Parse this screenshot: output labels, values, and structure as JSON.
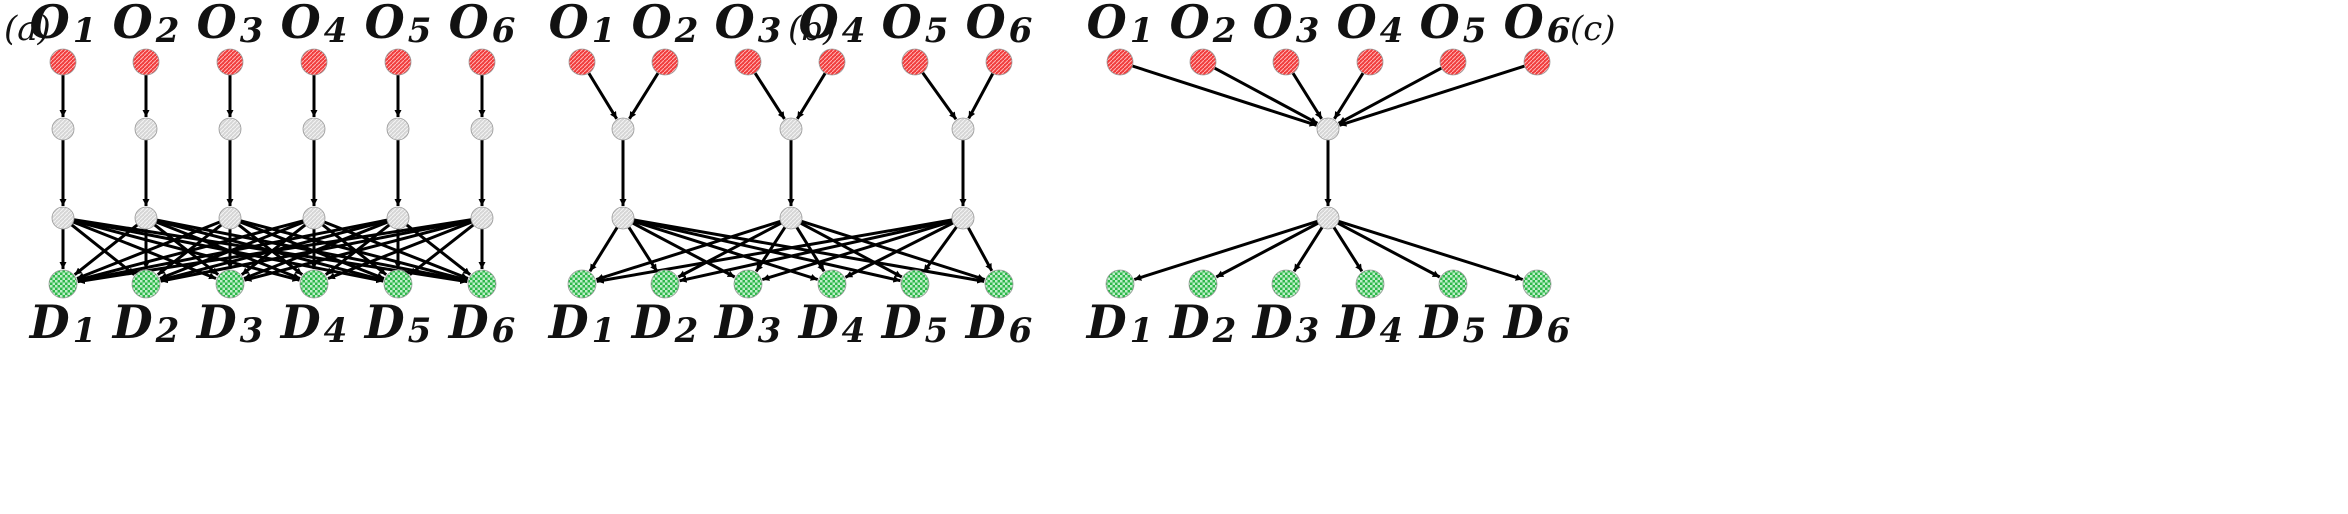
{
  "colors": {
    "origin": "#f03c3c",
    "hub": "#d6d6d6",
    "destination": "#2eb84a",
    "edge": "#000000"
  },
  "panels": [
    {
      "label": "(a)",
      "origins": [
        {
          "letter": "O",
          "sub": "1"
        },
        {
          "letter": "O",
          "sub": "2"
        },
        {
          "letter": "O",
          "sub": "3"
        },
        {
          "letter": "O",
          "sub": "4"
        },
        {
          "letter": "O",
          "sub": "5"
        },
        {
          "letter": "O",
          "sub": "6"
        }
      ],
      "destinations": [
        {
          "letter": "D",
          "sub": "1"
        },
        {
          "letter": "D",
          "sub": "2"
        },
        {
          "letter": "D",
          "sub": "3"
        },
        {
          "letter": "D",
          "sub": "4"
        },
        {
          "letter": "D",
          "sub": "5"
        },
        {
          "letter": "D",
          "sub": "6"
        }
      ],
      "hub1_count": 6,
      "hub2_count": 6,
      "origin_to_hub1": [
        0,
        1,
        2,
        3,
        4,
        5
      ],
      "hub1_to_hub2": [
        0,
        1,
        2,
        3,
        4,
        5
      ],
      "hub2_to_all_destinations": true
    },
    {
      "label": "(b)",
      "origins": [
        {
          "letter": "O",
          "sub": "1"
        },
        {
          "letter": "O",
          "sub": "2"
        },
        {
          "letter": "O",
          "sub": "3"
        },
        {
          "letter": "O",
          "sub": "4"
        },
        {
          "letter": "O",
          "sub": "5"
        },
        {
          "letter": "O",
          "sub": "6"
        }
      ],
      "destinations": [
        {
          "letter": "D",
          "sub": "1"
        },
        {
          "letter": "D",
          "sub": "2"
        },
        {
          "letter": "D",
          "sub": "3"
        },
        {
          "letter": "D",
          "sub": "4"
        },
        {
          "letter": "D",
          "sub": "5"
        },
        {
          "letter": "D",
          "sub": "6"
        }
      ],
      "hub1_count": 3,
      "hub2_count": 3,
      "origin_to_hub1": [
        0,
        0,
        1,
        1,
        2,
        2
      ],
      "hub1_to_hub2": [
        0,
        1,
        2
      ],
      "hub2_to_all_destinations": true
    },
    {
      "label": "(c)",
      "origins": [
        {
          "letter": "O",
          "sub": "1"
        },
        {
          "letter": "O",
          "sub": "2"
        },
        {
          "letter": "O",
          "sub": "3"
        },
        {
          "letter": "O",
          "sub": "4"
        },
        {
          "letter": "O",
          "sub": "5"
        },
        {
          "letter": "O",
          "sub": "6"
        }
      ],
      "destinations": [
        {
          "letter": "D",
          "sub": "1"
        },
        {
          "letter": "D",
          "sub": "2"
        },
        {
          "letter": "D",
          "sub": "3"
        },
        {
          "letter": "D",
          "sub": "4"
        },
        {
          "letter": "D",
          "sub": "5"
        },
        {
          "letter": "D",
          "sub": "6"
        }
      ],
      "hub1_count": 1,
      "hub2_count": 1,
      "origin_to_hub1": [
        0,
        0,
        0,
        0,
        0,
        0
      ],
      "hub1_to_hub2": [
        0
      ],
      "hub2_to_all_destinations": true
    }
  ]
}
